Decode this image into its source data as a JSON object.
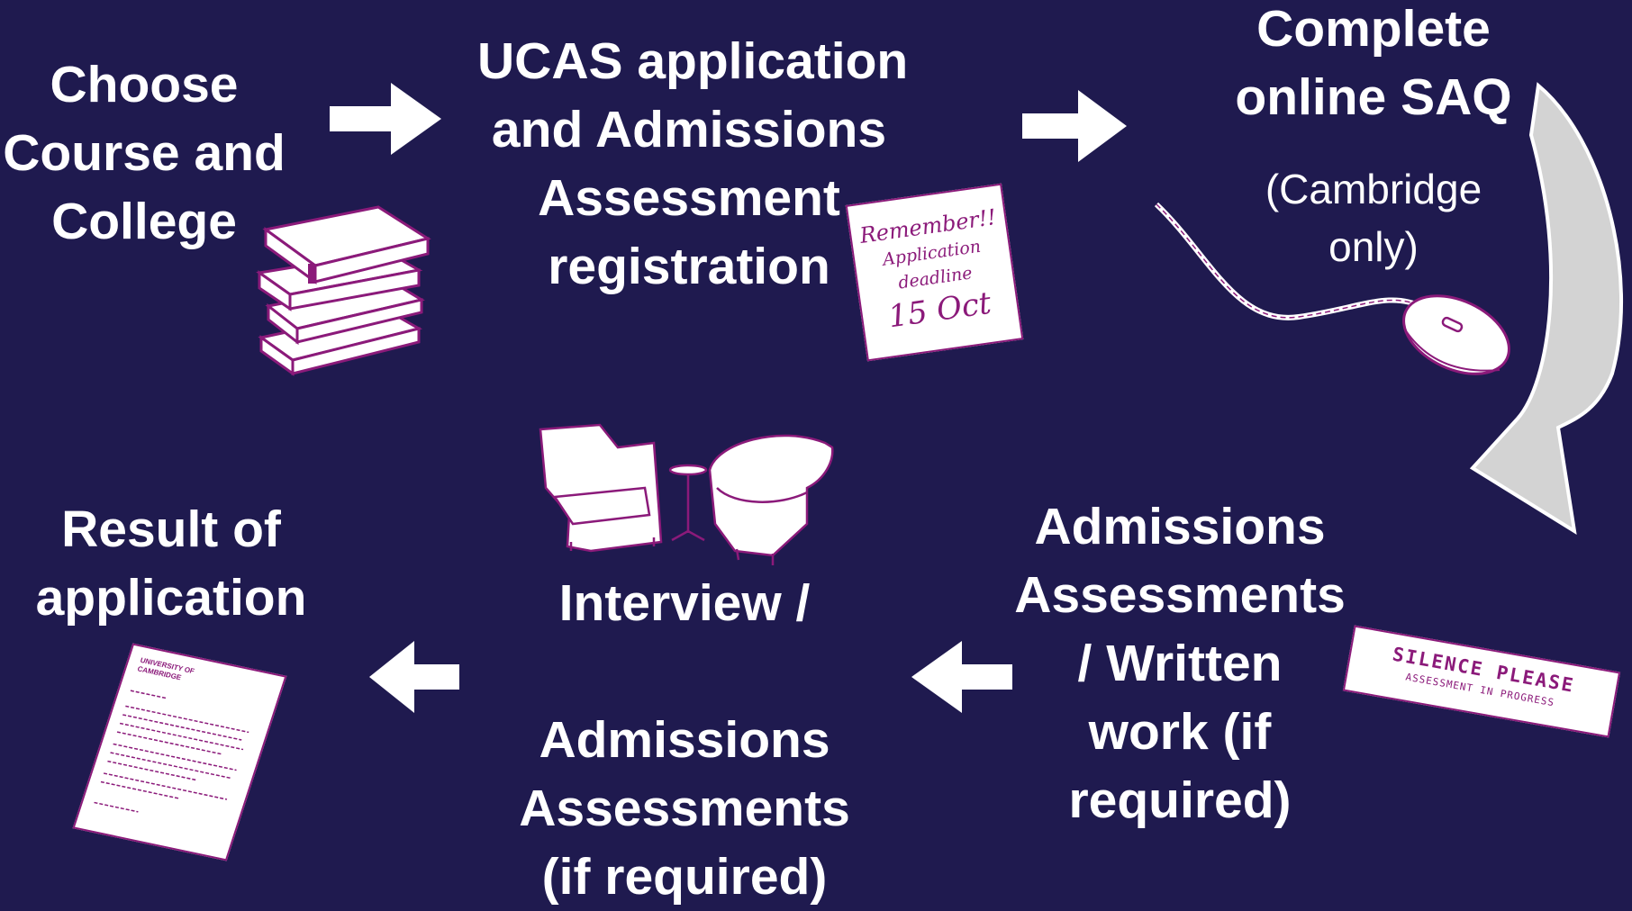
{
  "steps": {
    "choose": {
      "lines": [
        "Choose",
        "Course and",
        "College"
      ]
    },
    "ucas": {
      "lines": [
        "UCAS application",
        "and Admissions",
        "Assessment",
        "registration"
      ]
    },
    "saq": {
      "lines": [
        "Complete",
        "online SAQ"
      ],
      "note": [
        "(Cambridge",
        "only)"
      ]
    },
    "assess": {
      "lines": [
        "Admissions",
        "Assessments",
        "/ Written",
        "work (if",
        "required)"
      ]
    },
    "interview": {
      "lines": [
        "Interview /",
        "",
        "Admissions",
        "Assessments",
        "(if required)"
      ]
    },
    "result": {
      "lines": [
        "Result of",
        "application"
      ]
    }
  },
  "postit": {
    "lines": [
      "Remember!!",
      "Application",
      "deadline",
      "15 Oct"
    ]
  },
  "silence_sign": {
    "title": "SILENCE PLEASE",
    "subtitle": "ASSESSMENT IN PROGRESS"
  },
  "letter": {
    "header": "UNIVERSITY OF CAMBRIDGE"
  },
  "colors": {
    "background": "#1f1a4f",
    "illustration_outline": "#8b1a7a",
    "text": "#ffffff",
    "curve_arrow": "#d3d3d3"
  }
}
